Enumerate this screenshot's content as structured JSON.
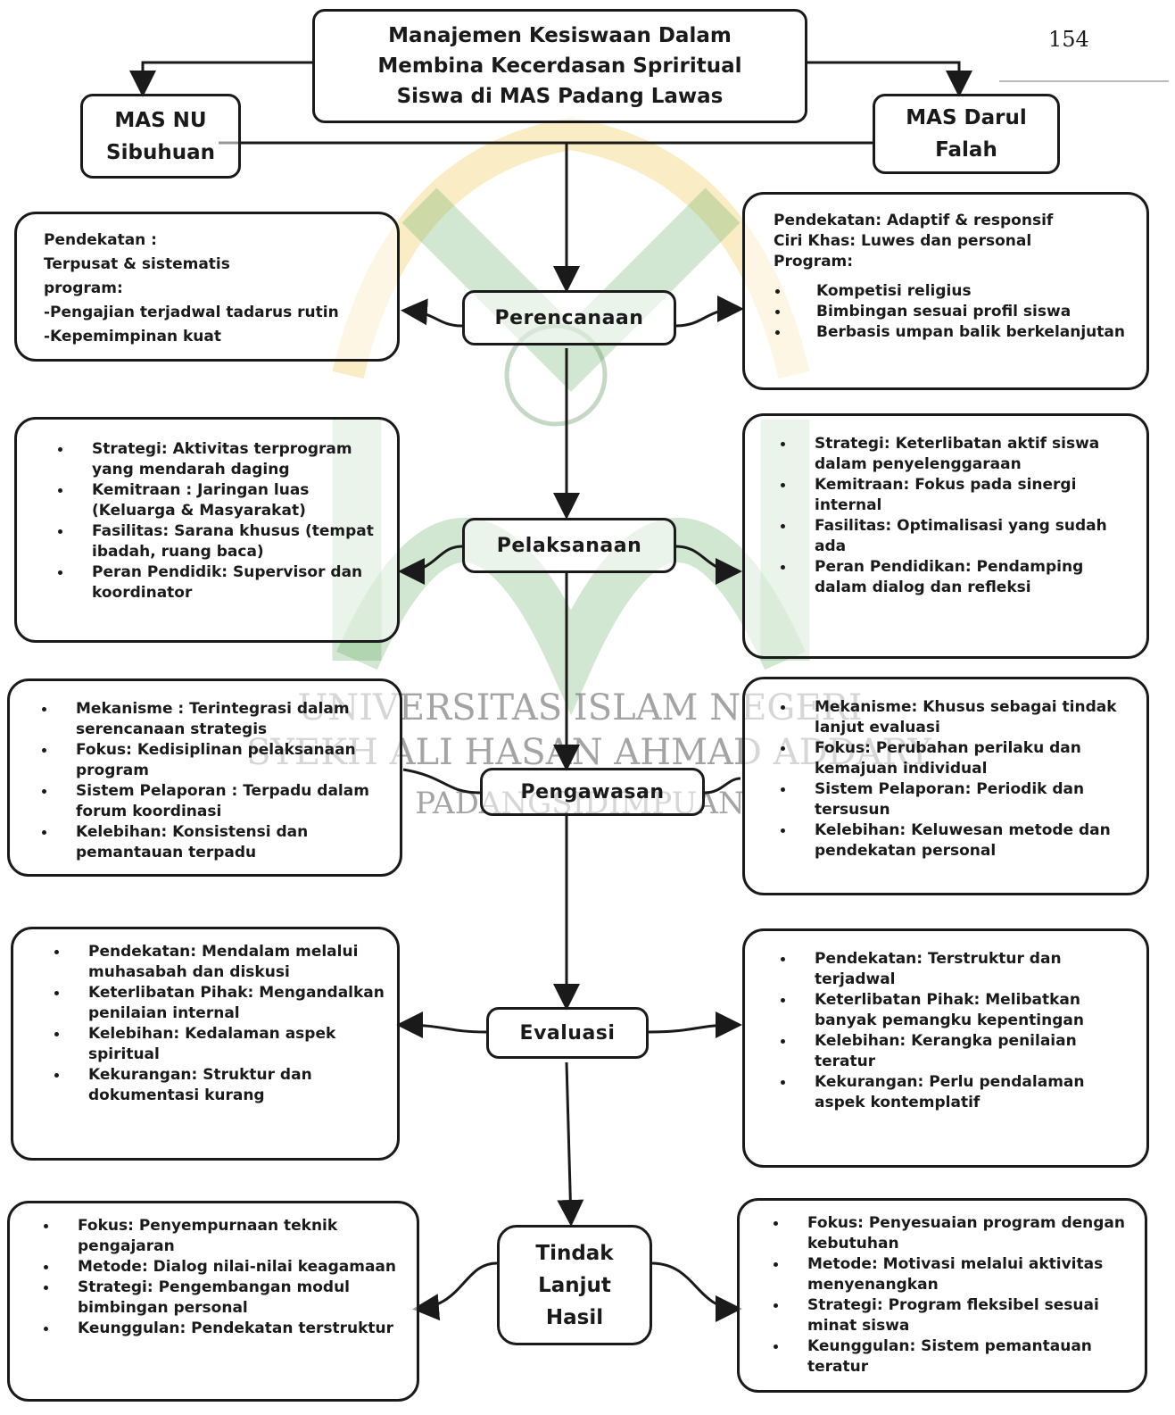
{
  "page_number": "154",
  "watermark": {
    "line1": "UNIVERSITAS ISLAM NEGERI",
    "line2": "SYEKH ALI HASAN AHMAD ADDARY",
    "line3": "PADANGSIDIMPUAN"
  },
  "title": {
    "line1": "Manajemen Kesiswaan Dalam",
    "line2": "Membina Kecerdasan Spriritual",
    "line3": "Siswa di MAS Padang Lawas"
  },
  "left_school": {
    "line1": "MAS NU",
    "line2": "Sibuhuan"
  },
  "right_school": {
    "line1": "MAS Darul",
    "line2": "Falah"
  },
  "stages": {
    "perencanaan": "Perencanaan",
    "pelaksanaan": "Pelaksanaan",
    "pengawasan": "Pengawasan",
    "evaluasi": "Evaluasi",
    "tindak_lanjut": {
      "line1": "Tindak",
      "line2": "Lanjut",
      "line3": "Hasil"
    }
  },
  "perencanaan_left": [
    "Pendekatan :",
    "Terpusat & sistematis",
    "program:",
    "-Pengajian terjadwal tadarus rutin",
    "-Kepemimpinan kuat"
  ],
  "perencanaan_right": {
    "header": [
      "Pendekatan: Adaptif & responsif",
      "Ciri Khas: Luwes dan personal",
      "Program:"
    ],
    "items": [
      "Kompetisi religius",
      "Bimbingan sesuai profil siswa",
      "Berbasis umpan balik berkelanjutan"
    ]
  },
  "pelaksanaan_left": [
    "Strategi: Aktivitas terprogram yang mendarah daging",
    "Kemitraan : Jaringan luas (Keluarga & Masyarakat)",
    "Fasilitas: Sarana khusus (tempat ibadah, ruang baca)",
    "Peran Pendidik: Supervisor dan koordinator"
  ],
  "pelaksanaan_right": [
    "Strategi: Keterlibatan aktif siswa dalam penyelenggaraan",
    "Kemitraan: Fokus pada sinergi internal",
    "Fasilitas: Optimalisasi yang sudah ada",
    "Peran Pendidikan: Pendamping dalam dialog dan refleksi"
  ],
  "pengawasan_left": [
    "Mekanisme : Terintegrasi dalam serencanaan strategis",
    "Fokus: Kedisiplinan pelaksanaan program",
    "Sistem Pelaporan : Terpadu dalam forum koordinasi",
    "Kelebihan: Konsistensi dan pemantauan terpadu"
  ],
  "pengawasan_right": [
    "Mekanisme: Khusus sebagai tindak lanjut evaluasi",
    "Fokus: Perubahan perilaku dan kemajuan individual",
    "Sistem Pelaporan: Periodik dan tersusun",
    "Kelebihan: Keluwesan metode dan pendekatan personal"
  ],
  "evaluasi_left": [
    "Pendekatan: Mendalam melalui muhasabah dan diskusi",
    "Keterlibatan Pihak: Mengandalkan penilaian internal",
    "Kelebihan: Kedalaman aspek spiritual",
    "Kekurangan: Struktur dan dokumentasi kurang"
  ],
  "evaluasi_right": [
    "Pendekatan: Terstruktur dan terjadwal",
    "Keterlibatan Pihak: Melibatkan banyak pemangku kepentingan",
    "Kelebihan: Kerangka penilaian teratur",
    "Kekurangan: Perlu pendalaman aspek kontemplatif"
  ],
  "tindak_left": [
    "Fokus: Penyempurnaan teknik pengajaran",
    "Metode: Dialog nilai-nilai keagamaan",
    "Strategi: Pengembangan modul bimbingan personal",
    "Keunggulan: Pendekatan terstruktur"
  ],
  "tindak_right": [
    "Fokus: Penyesuaian program dengan kebutuhan",
    "Metode: Motivasi melalui aktivitas menyenangkan",
    "Strategi: Program fleksibel sesuai minat siswa",
    "Keunggulan: Sistem pemantauan teratur"
  ]
}
